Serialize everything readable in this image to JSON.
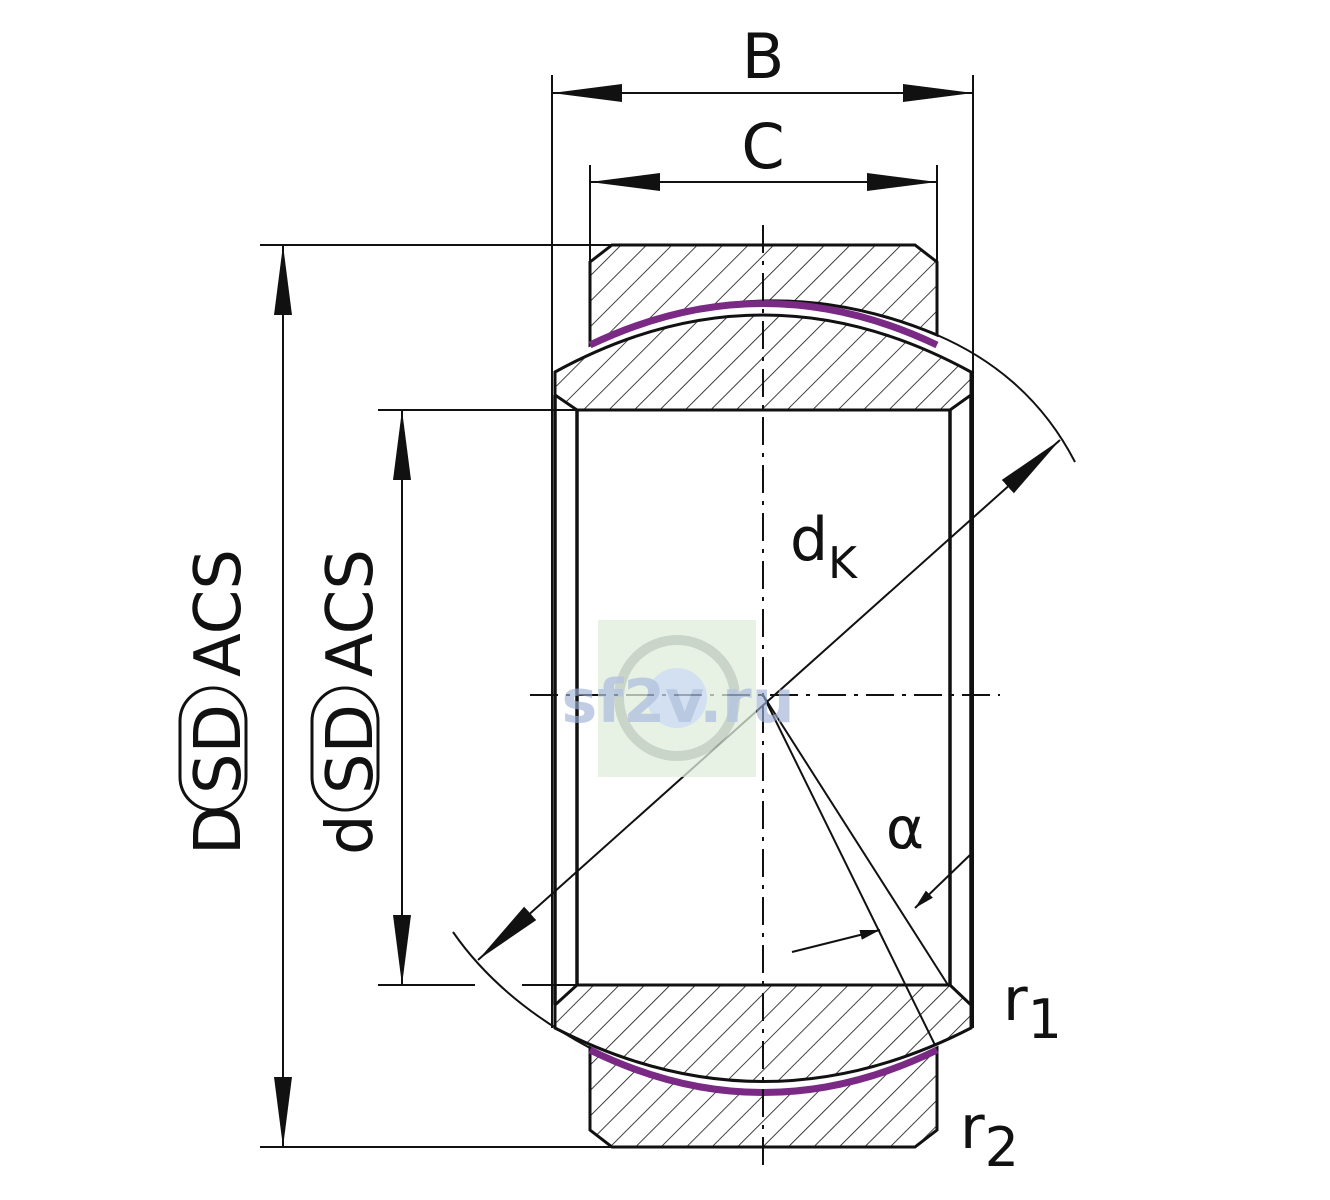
{
  "labels": {
    "B": "B",
    "C": "C",
    "dk_main": "d",
    "dk_sub": "K",
    "alpha": "α",
    "r1_main": "r",
    "r1_sub": "1",
    "r2_main": "r",
    "r2_sub": "2"
  },
  "vertical_labels": {
    "outer": {
      "pre": "D",
      "boxed": "SD",
      "post": "ACS"
    },
    "inner": {
      "pre": "d",
      "boxed": "SD",
      "post": "ACS"
    }
  },
  "watermark": {
    "text": "sf2v.ru"
  },
  "colors": {
    "liner": "#7a2a85",
    "line": "#111111"
  }
}
